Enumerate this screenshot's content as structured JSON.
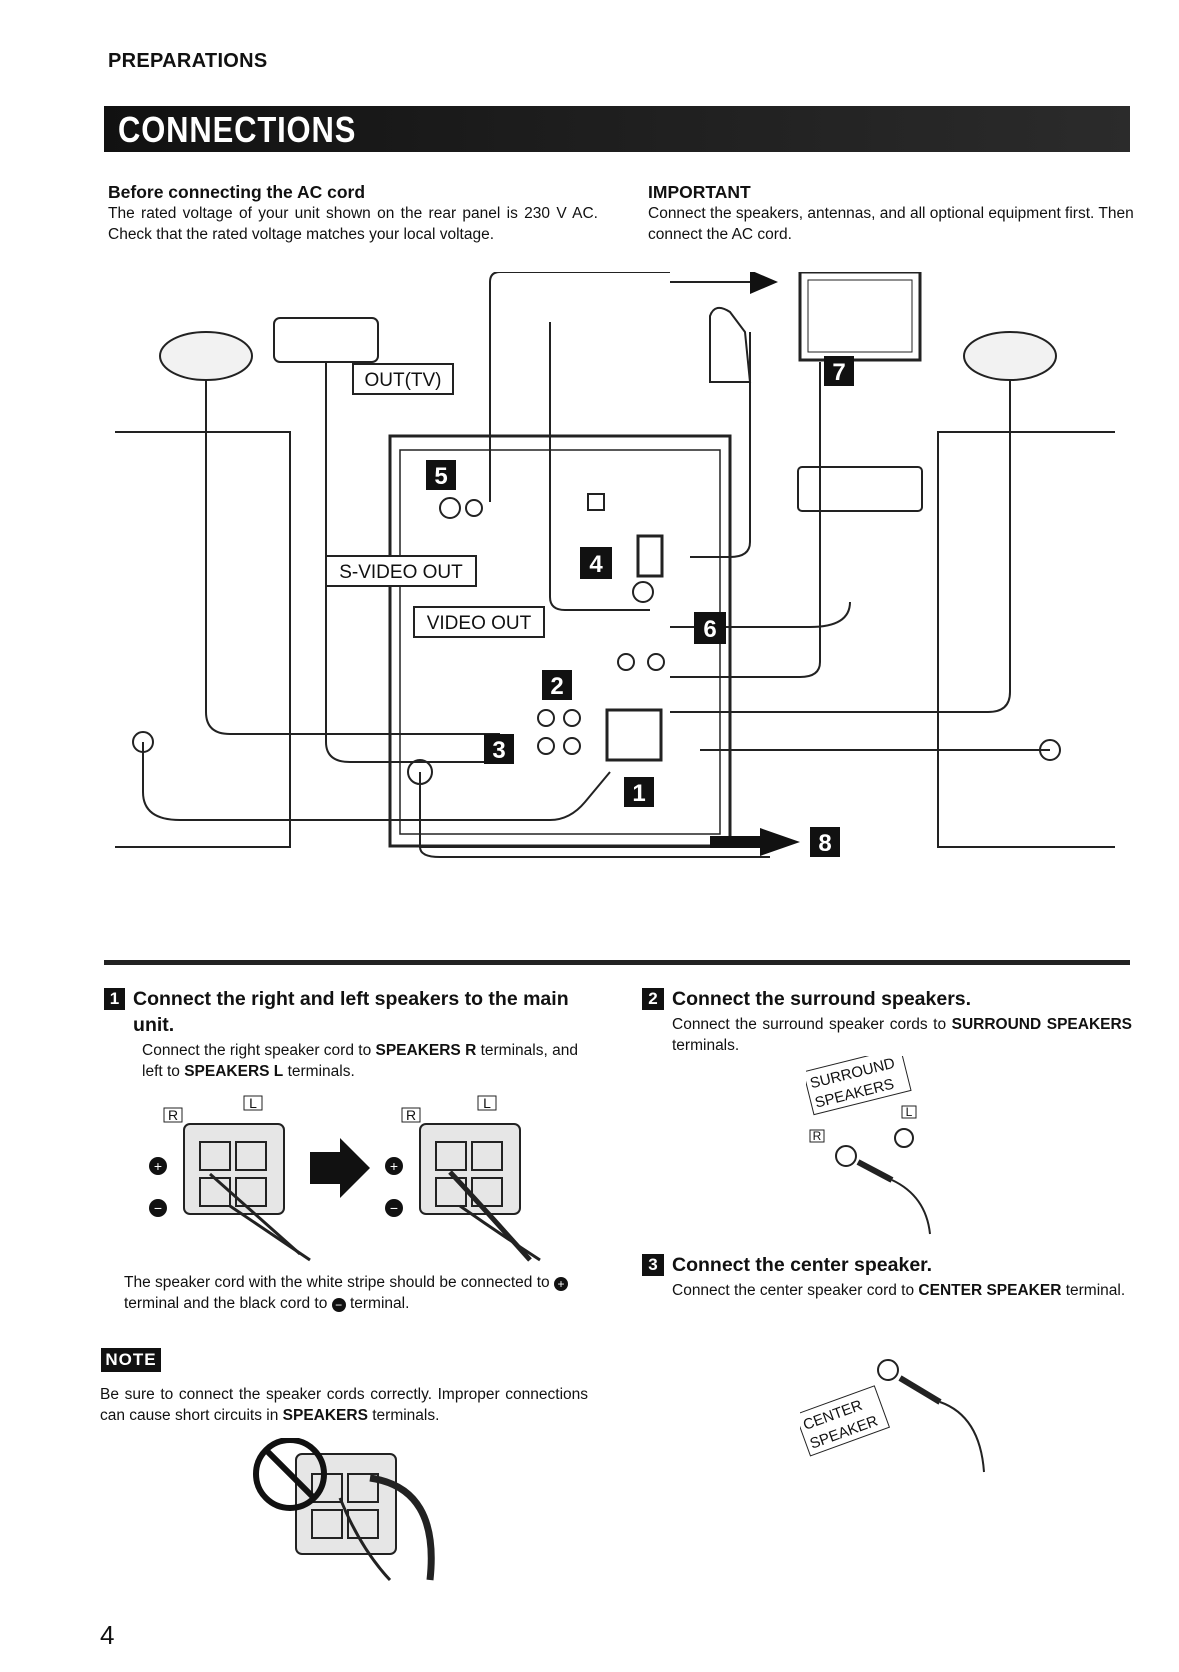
{
  "header": {
    "section": "PREPARATIONS",
    "title": "CONNECTIONS"
  },
  "before": {
    "heading": "Before connecting the AC cord",
    "text": "The rated voltage of your unit shown on the rear panel is 230 V AC. Check that the rated voltage matches your local voltage."
  },
  "important": {
    "heading": "IMPORTANT",
    "text": "Connect the speakers, antennas, and all optional equipment first. Then connect the AC cord."
  },
  "diagram": {
    "labels": {
      "out_tv": "OUT(TV)",
      "s_video_out": "S-VIDEO OUT",
      "video_out": "VIDEO OUT"
    },
    "callouts": [
      "1",
      "2",
      "3",
      "4",
      "5",
      "6",
      "7",
      "8"
    ]
  },
  "step1": {
    "number": "1",
    "title": "Connect the right and left speakers to the main unit.",
    "text_a": "Connect the right speaker cord to ",
    "text_b": "SPEAKERS R",
    "text_c": " terminals, and left to ",
    "text_d": "SPEAKERS L",
    "text_e": " terminals.",
    "terminal_R": "R",
    "terminal_L": "L",
    "caption_a": "The speaker cord with the white stripe should be connected to ",
    "caption_b": " terminal and the black cord to ",
    "caption_c": " terminal."
  },
  "note": {
    "badge": "NOTE",
    "text_a": "Be sure to connect the speaker cords correctly. Improper connections can cause short circuits in ",
    "text_b": "SPEAKERS",
    "text_c": " terminals."
  },
  "step2": {
    "number": "2",
    "title": "Connect the surround speakers.",
    "text_a": "Connect the surround speaker cords to ",
    "text_b": "SURROUND SPEAKERS",
    "text_c": " terminals.",
    "label_line1": "SURROUND",
    "label_line2": "SPEAKERS",
    "terminal_R": "R",
    "terminal_L": "L"
  },
  "step3": {
    "number": "3",
    "title": "Connect the center speaker.",
    "text_a": "Connect the center speaker cord to ",
    "text_b": "CENTER SPEAKER",
    "text_c": " terminal.",
    "label_line1": "CENTER",
    "label_line2": "SPEAKER"
  },
  "page_number": "4"
}
